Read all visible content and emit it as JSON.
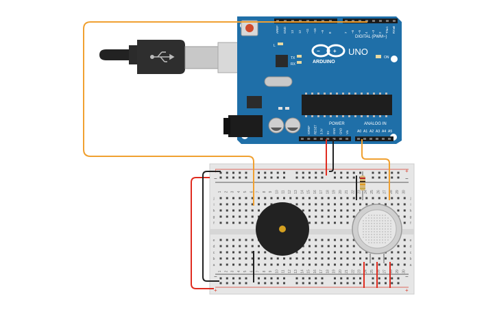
{
  "arduino": {
    "brand": "ARDUINO",
    "model": "UNO",
    "digital_header_label": "DIGITAL (PWM~)",
    "digital_pins_left": [
      "AREF",
      "GND",
      "13",
      "12",
      "~11",
      "~10",
      "~9",
      "8"
    ],
    "digital_pins_right": [
      "7",
      "~6",
      "~5",
      "4",
      "~3",
      "2",
      "TX▸1",
      "RX◂0"
    ],
    "led_l": "L",
    "led_tx": "TX",
    "led_rx": "RX",
    "led_on": "ON",
    "power_label": "POWER",
    "power_pins": [
      "IOREF",
      "RESET",
      "3.3V",
      "5V",
      "GND",
      "GND",
      "Vin"
    ],
    "analog_label": "ANALOG IN",
    "analog_pins": [
      "A0",
      "A1",
      "A2",
      "A3",
      "A4",
      "A5"
    ]
  },
  "breadboard": {
    "column_numbers": [
      "1",
      "2",
      "3",
      "4",
      "5",
      "6",
      "7",
      "8",
      "9",
      "10",
      "11",
      "12",
      "13",
      "14",
      "15",
      "16",
      "17",
      "18",
      "19",
      "20",
      "21",
      "22",
      "23",
      "24",
      "25",
      "26",
      "27",
      "28",
      "29",
      "30"
    ],
    "rows_top": [
      "j",
      "i",
      "h",
      "g",
      "f"
    ],
    "rows_bottom": [
      "e",
      "d",
      "c",
      "b",
      "a"
    ],
    "rail_plus": "+",
    "rail_minus": "−"
  },
  "colors": {
    "board": "#1f6fa8",
    "board_dark": "#155a8c",
    "wire_orange": "#f0a030",
    "wire_red": "#e02a1e",
    "wire_black": "#202020",
    "breadboard": "#e6e6e6"
  }
}
